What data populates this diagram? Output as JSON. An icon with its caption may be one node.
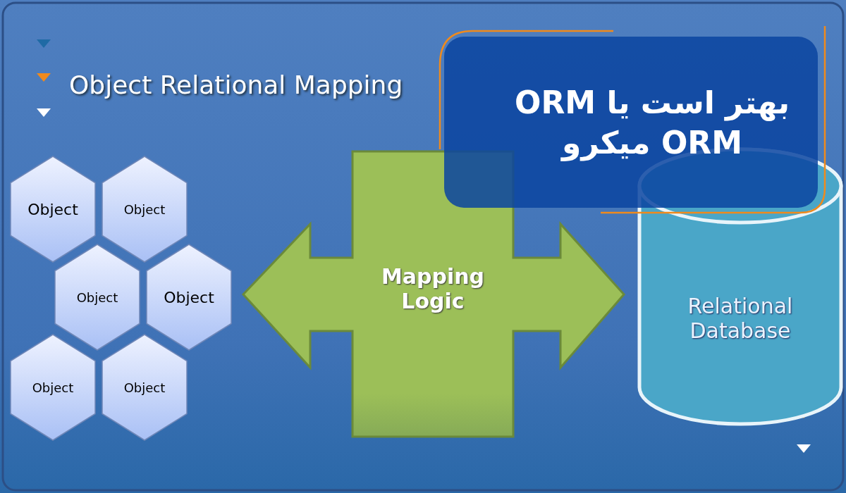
{
  "diagram": {
    "title": "Object Relational Mapping",
    "nodes": [
      {
        "text": [
          "Object"
        ]
      },
      {
        "text": [
          "Object"
        ]
      },
      {
        "text": [
          "Object"
        ]
      },
      {
        "text": [
          "Object"
        ]
      },
      {
        "text": [
          "Object"
        ]
      },
      {
        "text": [
          "Object"
        ]
      },
      {
        "text": [
          "Relational Database"
        ]
      },
      {
        "text": [
          "ORM بهتر است یا میکرو ORM"
        ]
      }
    ],
    "edges": [
      {
        "from": 3,
        "to": 6,
        "arrow": "both",
        "style": "thick",
        "label": "Mapping Logic"
      }
    ]
  }
}
